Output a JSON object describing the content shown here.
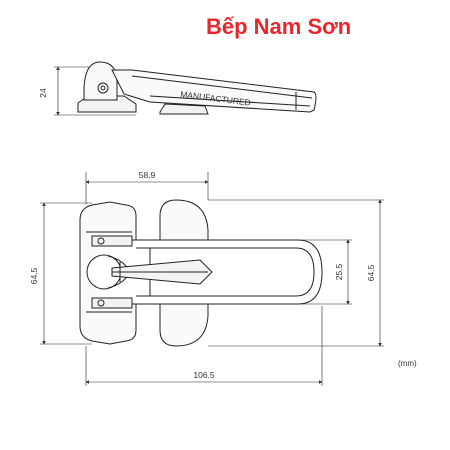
{
  "brand": {
    "name": "Bếp Nam Sơn",
    "color": "#e8262b"
  },
  "side_view": {
    "height_label": "24",
    "engraving": "MANUFACTURED"
  },
  "top_view": {
    "width_upper_label": "58.9",
    "height_left_label": "64.5",
    "height_right_label": "64.5",
    "slot_label": "25.5",
    "width_total_label": "106.5"
  },
  "unit_label": "(mm)"
}
